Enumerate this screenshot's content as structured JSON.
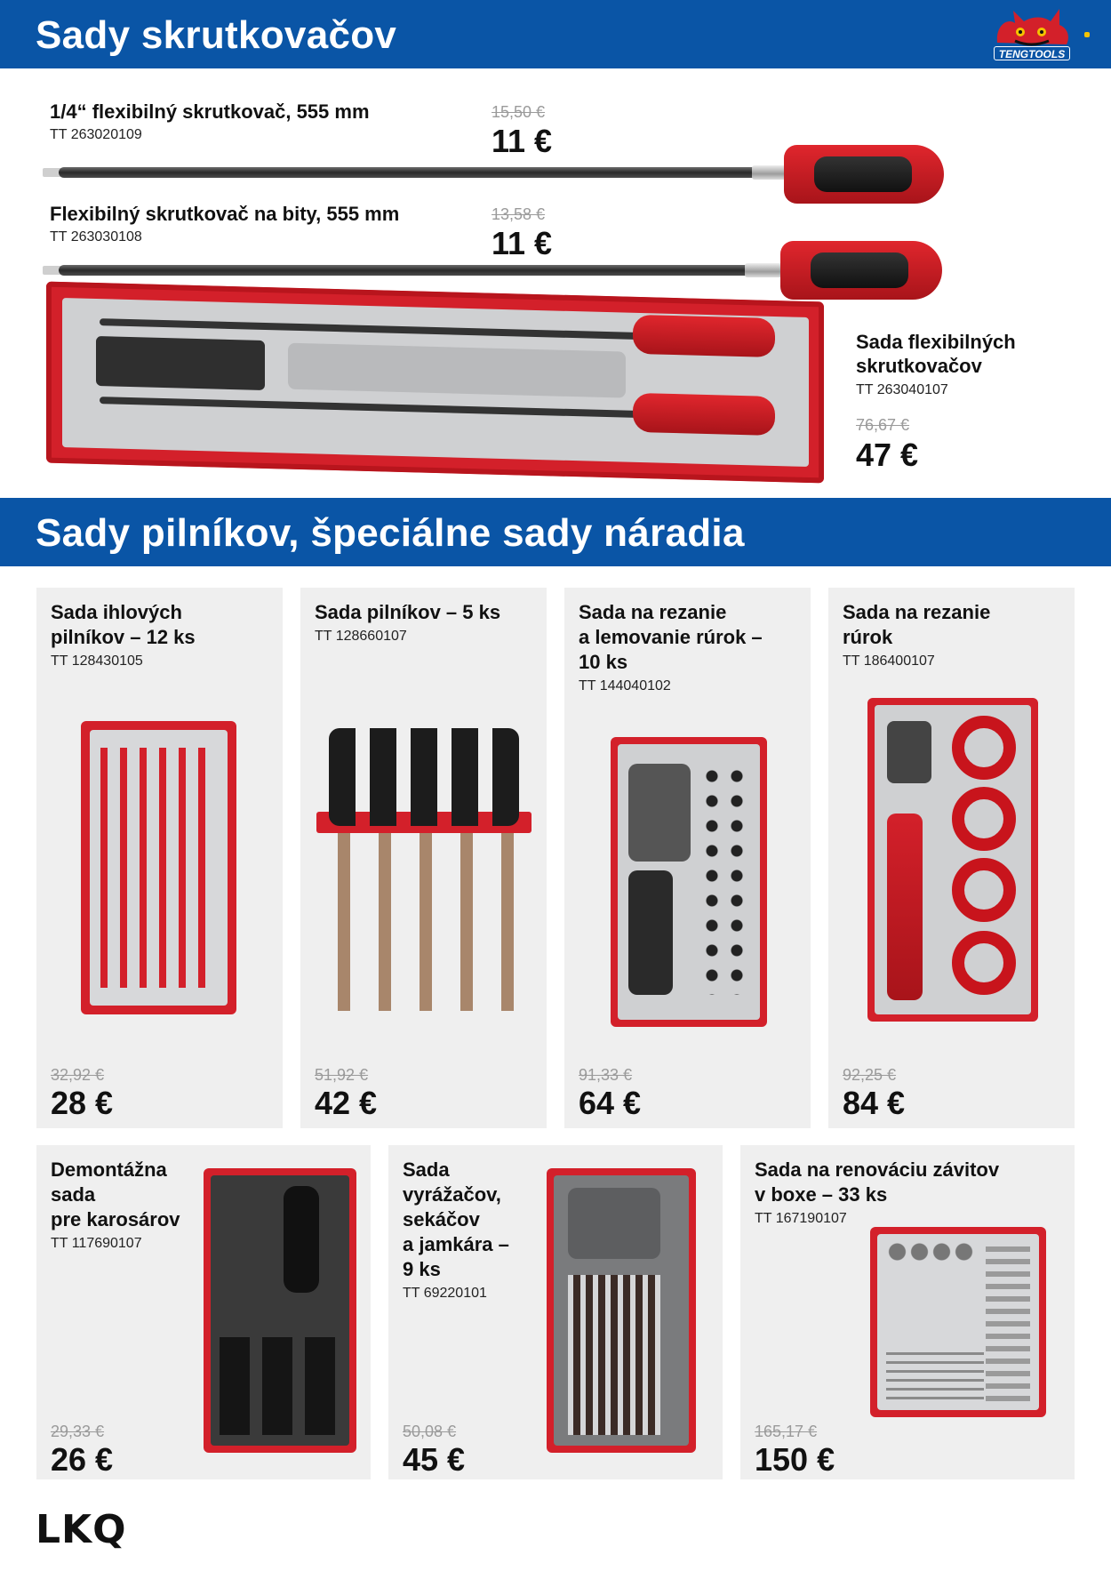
{
  "sections": {
    "screwdrivers_heading": "Sady skrutkovačov",
    "files_heading": "Sady pilníkov, špeciálne sady náradia"
  },
  "logo": {
    "text": "TENGTOOLS"
  },
  "top_products": [
    {
      "title": "1/4“ flexibilný skrutkovač, 555 mm",
      "code": "TT 263020109",
      "old_price": "15,50 €",
      "new_price": "11 €"
    },
    {
      "title": "Flexibilný skrutkovač na bity, 555 mm",
      "code": "TT 263030108",
      "old_price": "13,58 €",
      "new_price": "11 €"
    },
    {
      "title_line1": "Sada flexibilných",
      "title_line2": "skrutkovačov",
      "code": "TT 263040107",
      "old_price": "76,67 €",
      "new_price": "47 €"
    }
  ],
  "cards_row1": [
    {
      "lines": [
        "Sada ihlových",
        "pilníkov – 12 ks"
      ],
      "code": "TT 128430105",
      "old_price": "32,92 €",
      "new_price": "28 €"
    },
    {
      "lines": [
        "Sada pilníkov – 5 ks"
      ],
      "code": "TT 128660107",
      "old_price": "51,92 €",
      "new_price": "42 €"
    },
    {
      "lines": [
        "Sada na rezanie",
        "a lemovanie rúrok –",
        "10 ks"
      ],
      "code": "TT 144040102",
      "old_price": "91,33 €",
      "new_price": "64 €"
    },
    {
      "lines": [
        "Sada na rezanie",
        "rúrok"
      ],
      "code": "TT 186400107",
      "old_price": "92,25 €",
      "new_price": "84 €"
    }
  ],
  "cards_row2": [
    {
      "lines": [
        "Demontážna",
        "sada",
        "pre karosárov"
      ],
      "code": "TT 117690107",
      "old_price": "29,33 €",
      "new_price": "26 €"
    },
    {
      "lines": [
        "Sada",
        "vyrážačov,",
        "sekáčov",
        "a jamkára –",
        "9 ks"
      ],
      "code": "TT 69220101",
      "old_price": "50,08 €",
      "new_price": "45 €"
    },
    {
      "lines": [
        "Sada na renováciu závitov",
        "v boxe – 33 ks"
      ],
      "code": "TT 167190107",
      "old_price": "165,17 €",
      "new_price": "150 €"
    }
  ],
  "footer": {
    "brand": "LKQ"
  },
  "colors": {
    "brand_blue": "#0a55a6",
    "tool_red": "#d3202a",
    "card_bg": "#efefef"
  }
}
